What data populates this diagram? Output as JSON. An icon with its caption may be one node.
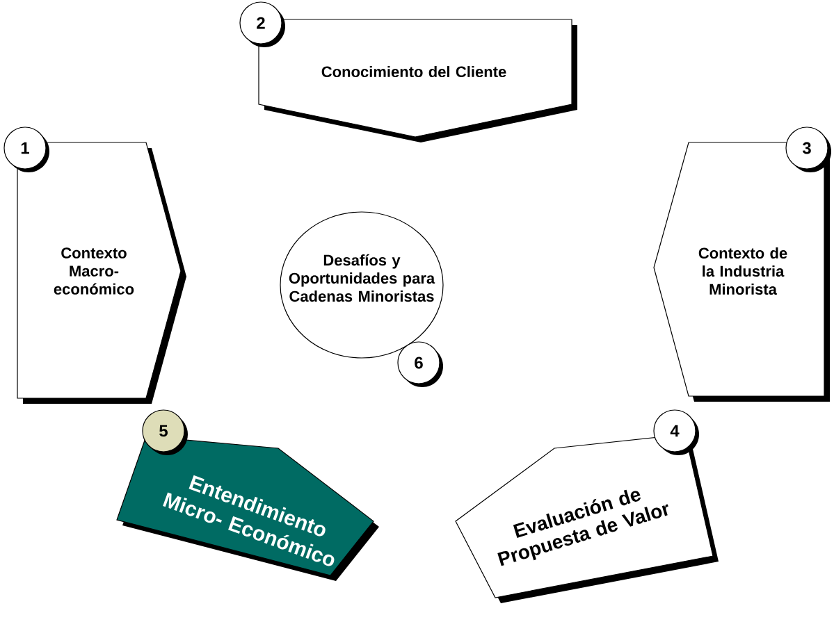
{
  "diagram": {
    "nodes": [
      {
        "text": [
          "2"
        ]
      },
      {
        "text": [
          "Conocimiento del Cliente"
        ]
      },
      {
        "text": [
          "1"
        ]
      },
      {
        "text": [
          "Contexto Macro- económico"
        ]
      },
      {
        "text": [
          "3"
        ]
      },
      {
        "text": [
          "Contexto de la Industria Minorista"
        ]
      },
      {
        "text": [
          "Desafíos y Oportunidades para Cadenas Minoristas"
        ]
      },
      {
        "text": [
          "6"
        ]
      },
      {
        "text": [
          "5"
        ]
      },
      {
        "text": [
          "Entendimiento Micro- Económico"
        ]
      },
      {
        "text": [
          "4"
        ]
      },
      {
        "text": [
          "Evaluación de Propuesta de Valor"
        ]
      }
    ]
  }
}
